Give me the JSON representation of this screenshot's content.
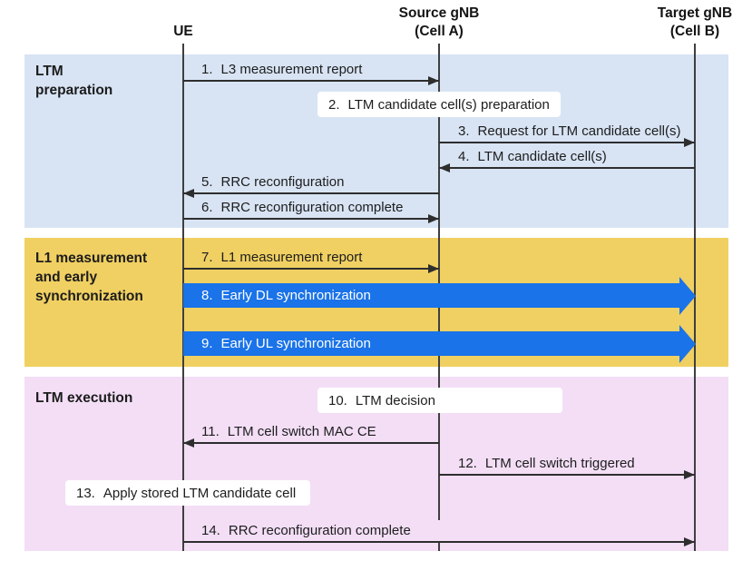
{
  "diagram": {
    "actors": [
      {
        "lines": [
          "UE"
        ]
      },
      {
        "lines": [
          "Source gNB",
          "(Cell A)"
        ]
      },
      {
        "lines": [
          "Target gNB",
          "(Cell B)"
        ]
      }
    ],
    "phases": [
      {
        "lines": [
          "LTM",
          "preparation"
        ]
      },
      {
        "lines": [
          "L1 measurement",
          "and early",
          "synchronization"
        ]
      },
      {
        "lines": [
          "LTM execution"
        ]
      }
    ],
    "messages": [
      {
        "num": "1.",
        "text": "L3 measurement report"
      },
      {
        "num": "2.",
        "text": "LTM candidate cell(s) preparation"
      },
      {
        "num": "3.",
        "text": "Request for LTM candidate cell(s)"
      },
      {
        "num": "4.",
        "text": "LTM candidate cell(s)"
      },
      {
        "num": "5.",
        "text": "RRC reconfiguration"
      },
      {
        "num": "6.",
        "text": "RRC reconfiguration complete"
      },
      {
        "num": "7.",
        "text": "L1 measurement report"
      },
      {
        "num": "8.",
        "text": "Early DL synchronization"
      },
      {
        "num": "9.",
        "text": "Early UL synchronization"
      },
      {
        "num": "10.",
        "text": "LTM decision"
      },
      {
        "num": "11.",
        "text": "LTM cell switch MAC CE"
      },
      {
        "num": "12.",
        "text": "LTM cell switch triggered"
      },
      {
        "num": "13.",
        "text": "Apply stored LTM candidate cell"
      },
      {
        "num": "14.",
        "text": "RRC reconfiguration complete"
      }
    ],
    "colors": {
      "phase_preparation_bg": "#d8e4f4",
      "phase_sync_bg": "#f0d062",
      "phase_execution_bg": "#f3def6",
      "sync_arrow_blue": "#1a73e8",
      "arrow_line": "#2e2e2e",
      "note_bg": "#ffffff",
      "text": "#1d1d1d"
    }
  }
}
